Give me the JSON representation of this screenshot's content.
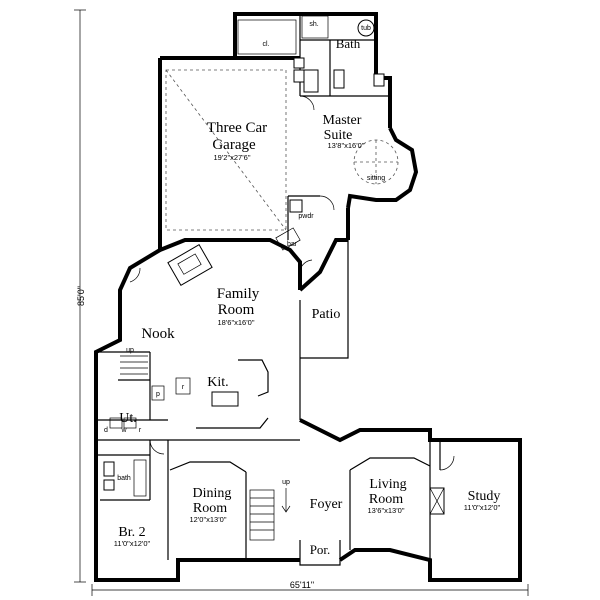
{
  "rooms": {
    "garage": {
      "name_line1": "Three Car",
      "name_line2": "Garage",
      "dims": "19'2\"x27'6\""
    },
    "master": {
      "name_line1": "Master",
      "name_line2": "Suite",
      "dims": "13'8\"x16'0\""
    },
    "bath": {
      "name": "Bath"
    },
    "family": {
      "name_line1": "Family",
      "name_line2": "Room",
      "dims": "18'6\"x16'0\""
    },
    "patio": {
      "name": "Patio"
    },
    "nook": {
      "name": "Nook"
    },
    "kitchen": {
      "name": "Kit."
    },
    "utility": {
      "name": "Ut."
    },
    "dining": {
      "name_line1": "Dining",
      "name_line2": "Room",
      "dims": "12'0\"x13'0\""
    },
    "foyer": {
      "name": "Foyer"
    },
    "living": {
      "name_line1": "Living",
      "name_line2": "Room",
      "dims": "13'6\"x13'0\""
    },
    "study": {
      "name": "Study",
      "dims": "11'0\"x12'0\""
    },
    "bedroom2": {
      "name": "Br. 2",
      "dims": "11'0\"x12'0\""
    },
    "porch": {
      "name": "Por."
    }
  },
  "small_labels": {
    "sh": "sh.",
    "tub": "tub",
    "cl": "cl.",
    "sitting": "sitting",
    "pwdr": "pwdr",
    "bar": "bar",
    "up_nook": "up",
    "up_foyer": "up",
    "bath2": "bath",
    "r": "r",
    "p": "p",
    "d": "d",
    "w": "w",
    "rr": "r"
  },
  "overall": {
    "depth": "85'0\"",
    "width": "65'11\""
  }
}
